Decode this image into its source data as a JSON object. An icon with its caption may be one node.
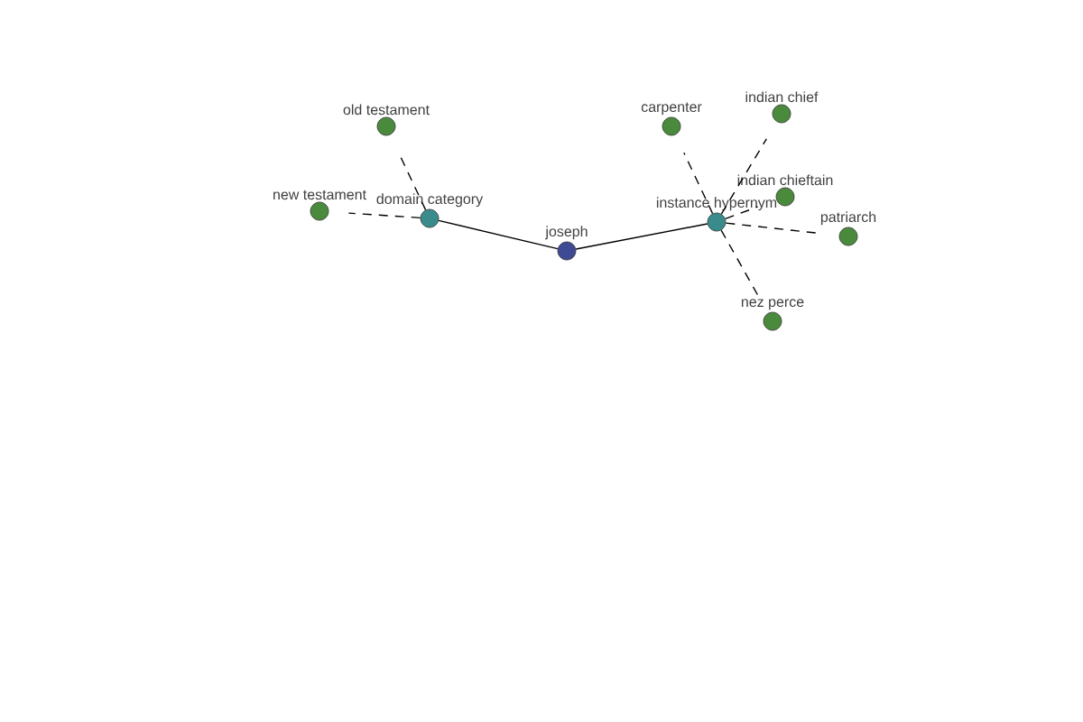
{
  "diagram": {
    "nodes": [
      {
        "text": [
          "joseph"
        ]
      },
      {
        "text": [
          "domain category"
        ]
      },
      {
        "text": [
          "instance hypernym"
        ]
      },
      {
        "text": [
          "old testament"
        ]
      },
      {
        "text": [
          "new testament"
        ]
      },
      {
        "text": [
          "carpenter"
        ]
      },
      {
        "text": [
          "indian chief"
        ]
      },
      {
        "text": [
          "indian chieftain"
        ]
      },
      {
        "text": [
          "patriarch"
        ]
      },
      {
        "text": [
          "nez perce"
        ]
      }
    ],
    "edges": [
      {
        "from": 0,
        "to": 1,
        "arrow": "none"
      },
      {
        "from": 0,
        "to": 2,
        "arrow": "none"
      },
      {
        "from": 1,
        "to": 3,
        "arrow": "none",
        "style": "dashed"
      },
      {
        "from": 1,
        "to": 4,
        "arrow": "none",
        "style": "dashed"
      },
      {
        "from": 2,
        "to": 5,
        "arrow": "none",
        "style": "dashed"
      },
      {
        "from": 2,
        "to": 6,
        "arrow": "none",
        "style": "dashed"
      },
      {
        "from": 2,
        "to": 7,
        "arrow": "none",
        "style": "dashed"
      },
      {
        "from": 2,
        "to": 8,
        "arrow": "none",
        "style": "dashed"
      },
      {
        "from": 2,
        "to": 9,
        "arrow": "none",
        "style": "dashed"
      }
    ]
  }
}
